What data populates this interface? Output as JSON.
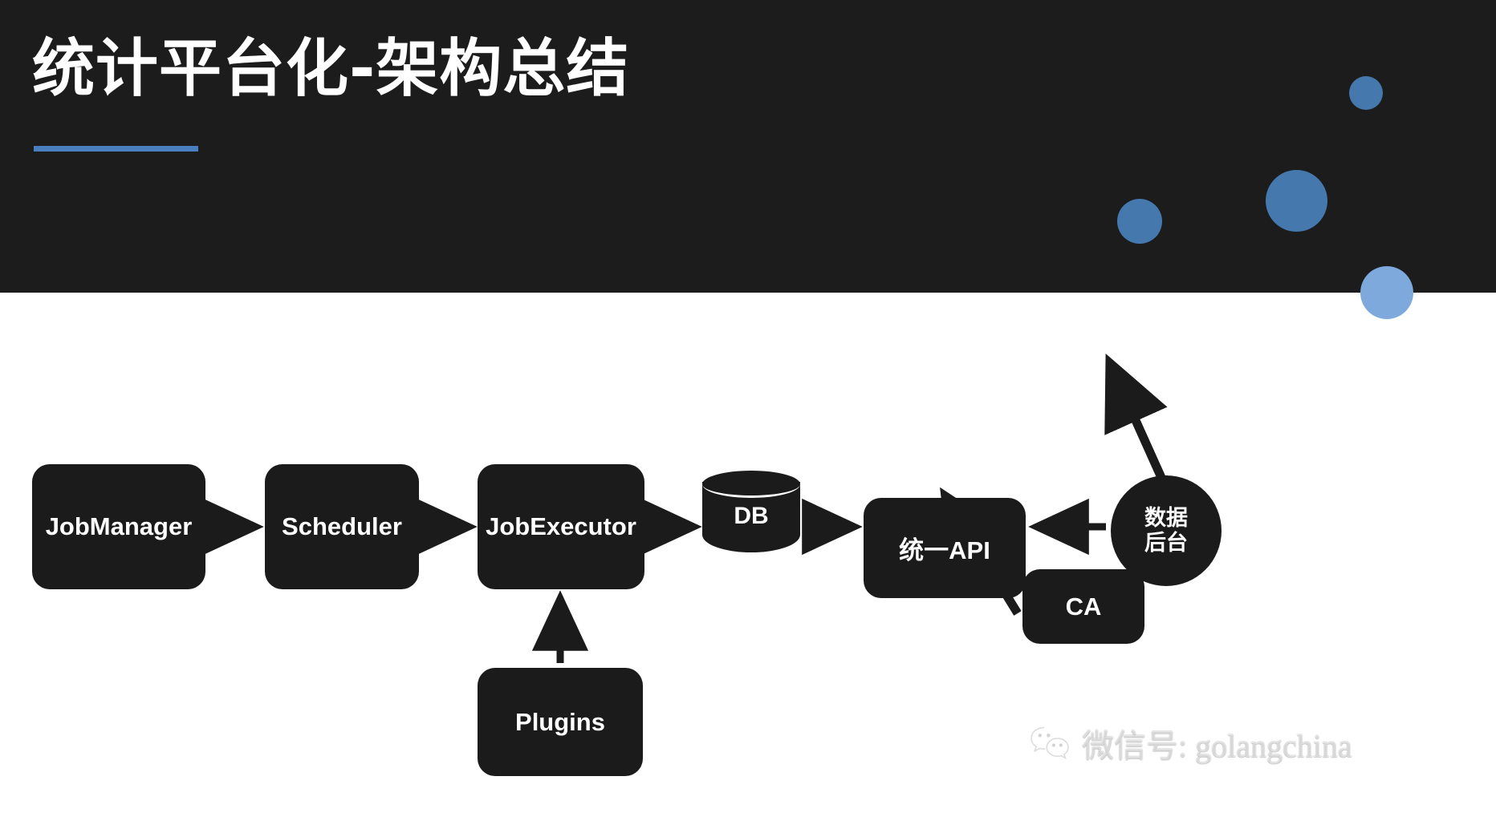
{
  "slide": {
    "title": "统计平台化-架构总结",
    "background_color": "#ffffff",
    "header_color": "#1c1c1c",
    "accent_color": "#4a7fbf",
    "node_color": "#1b1b1b"
  },
  "header": {
    "decor_circles": [
      {
        "name": "small-circle-top-right",
        "color": "#4579ae",
        "size": 42
      },
      {
        "name": "large-circle",
        "color": "#4579ae",
        "size": 77
      },
      {
        "name": "medium-circle",
        "color": "#4579ae",
        "size": 56
      },
      {
        "name": "light-circle-edge",
        "color": "#7da9dd",
        "size": 66
      }
    ]
  },
  "diagram": {
    "type": "architecture-flow",
    "nodes": [
      {
        "id": "jobmanager",
        "label": "JobManager",
        "shape": "rounded-rect"
      },
      {
        "id": "scheduler",
        "label": "Scheduler",
        "shape": "rounded-rect"
      },
      {
        "id": "jobexecutor",
        "label": "JobExecutor",
        "shape": "rounded-rect"
      },
      {
        "id": "db",
        "label": "DB",
        "shape": "cylinder"
      },
      {
        "id": "api",
        "label": "统一API",
        "shape": "rounded-rect"
      },
      {
        "id": "ca",
        "label": "CA",
        "shape": "rounded-rect"
      },
      {
        "id": "plugins",
        "label": "Plugins",
        "shape": "rounded-rect"
      },
      {
        "id": "backend",
        "label": "数据\n后台",
        "shape": "circle"
      }
    ],
    "edges": [
      {
        "from": "jobmanager",
        "to": "scheduler",
        "style": "arrow"
      },
      {
        "from": "scheduler",
        "to": "jobexecutor",
        "style": "arrow"
      },
      {
        "from": "jobexecutor",
        "to": "db",
        "style": "arrow"
      },
      {
        "from": "db",
        "to": "api",
        "style": "arrow"
      },
      {
        "from": "plugins",
        "to": "jobexecutor",
        "style": "arrow"
      },
      {
        "from": "api",
        "to": "ca",
        "style": "arrow"
      },
      {
        "from": "backend",
        "to": "ca",
        "style": "arrow"
      },
      {
        "from": "backend",
        "to": "api",
        "style": "arrow"
      }
    ]
  },
  "watermark": {
    "icon": "wechat-icon",
    "text": "微信号: golangchina"
  }
}
